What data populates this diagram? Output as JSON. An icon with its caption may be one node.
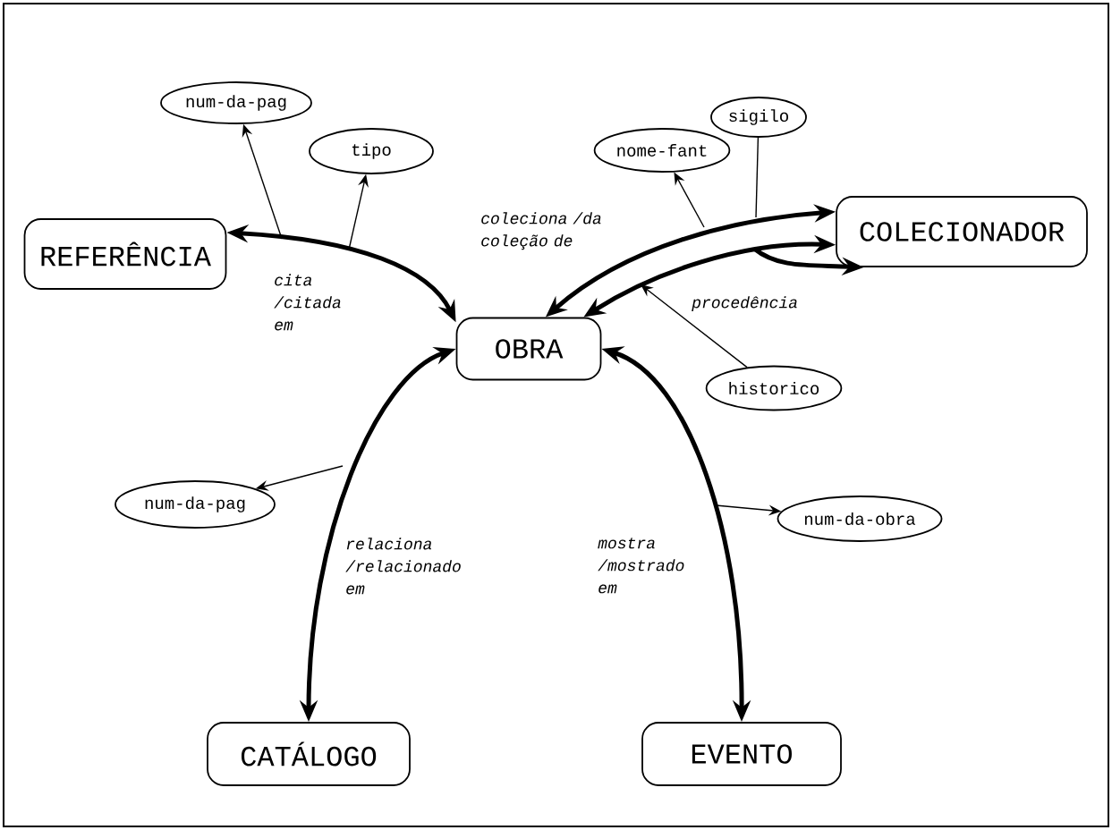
{
  "diagram": {
    "nodes": [
      {
        "text": [
          "REFERÊNCIA"
        ]
      },
      {
        "text": [
          "num-da-pag"
        ]
      },
      {
        "text": [
          "tipo"
        ]
      },
      {
        "text": [
          "nome-fant"
        ]
      },
      {
        "text": [
          "sigilo"
        ]
      },
      {
        "text": [
          "COLECIONADOR"
        ]
      },
      {
        "text": [
          "OBRA"
        ]
      },
      {
        "text": [
          "historico"
        ]
      },
      {
        "text": [
          "num-da-pag"
        ]
      },
      {
        "text": [
          "num-da-obra"
        ]
      },
      {
        "text": [
          "CATÁLOGO"
        ]
      },
      {
        "text": [
          "EVENTO"
        ]
      }
    ],
    "edges": [
      {
        "from": 0,
        "to": 6,
        "arrow": "both",
        "style": "thick",
        "label": "cita /citada em"
      },
      {
        "from": null,
        "to": 1,
        "arrow": "to"
      },
      {
        "from": null,
        "to": 2,
        "arrow": "to"
      },
      {
        "from": 6,
        "to": 5,
        "arrow": "both",
        "style": "thick",
        "label": "coleciona /da coleção de"
      },
      {
        "from": 6,
        "to": 5,
        "arrow": "both",
        "style": "thick",
        "label": "procedência"
      },
      {
        "from": null,
        "to": 5,
        "arrow": "to",
        "style": "thick"
      },
      {
        "from": null,
        "to": 3,
        "arrow": "to"
      },
      {
        "from": null,
        "to": 4,
        "arrow": "none"
      },
      {
        "from": 7,
        "to": null,
        "arrow": "to"
      },
      {
        "from": 6,
        "to": 10,
        "arrow": "both",
        "style": "thick",
        "label": "relaciona /relacionado em"
      },
      {
        "from": null,
        "to": 8,
        "arrow": "to"
      },
      {
        "from": 6,
        "to": 11,
        "arrow": "both",
        "style": "thick",
        "label": "mostra /mostrado em"
      },
      {
        "from": null,
        "to": 9,
        "arrow": "to"
      }
    ]
  }
}
